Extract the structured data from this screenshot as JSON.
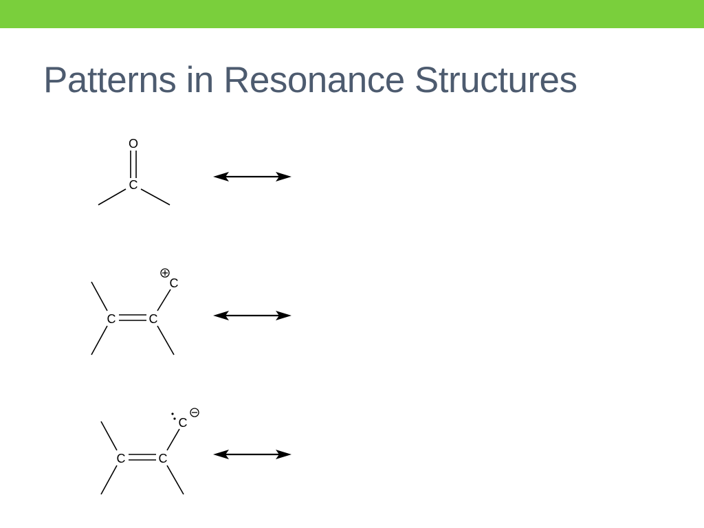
{
  "slide": {
    "title": "Patterns in Resonance Structures",
    "colors": {
      "header_bar": "#7acf3c",
      "title_text": "#4d5b6f",
      "structure_ink": "#000000"
    }
  },
  "structures": [
    {
      "name": "carbonyl",
      "atoms": [
        "O",
        "C"
      ]
    },
    {
      "name": "allylic-cation",
      "atoms": [
        "C",
        "C",
        "C"
      ],
      "charge": "plus-circle"
    },
    {
      "name": "allylic-anion",
      "atoms": [
        "C",
        "C",
        "C"
      ],
      "charge": "minus-circle",
      "lone_pair": true
    }
  ],
  "arrows": [
    {
      "type": "double-headed-resonance-arrow"
    },
    {
      "type": "double-headed-resonance-arrow"
    },
    {
      "type": "double-headed-resonance-arrow"
    }
  ]
}
